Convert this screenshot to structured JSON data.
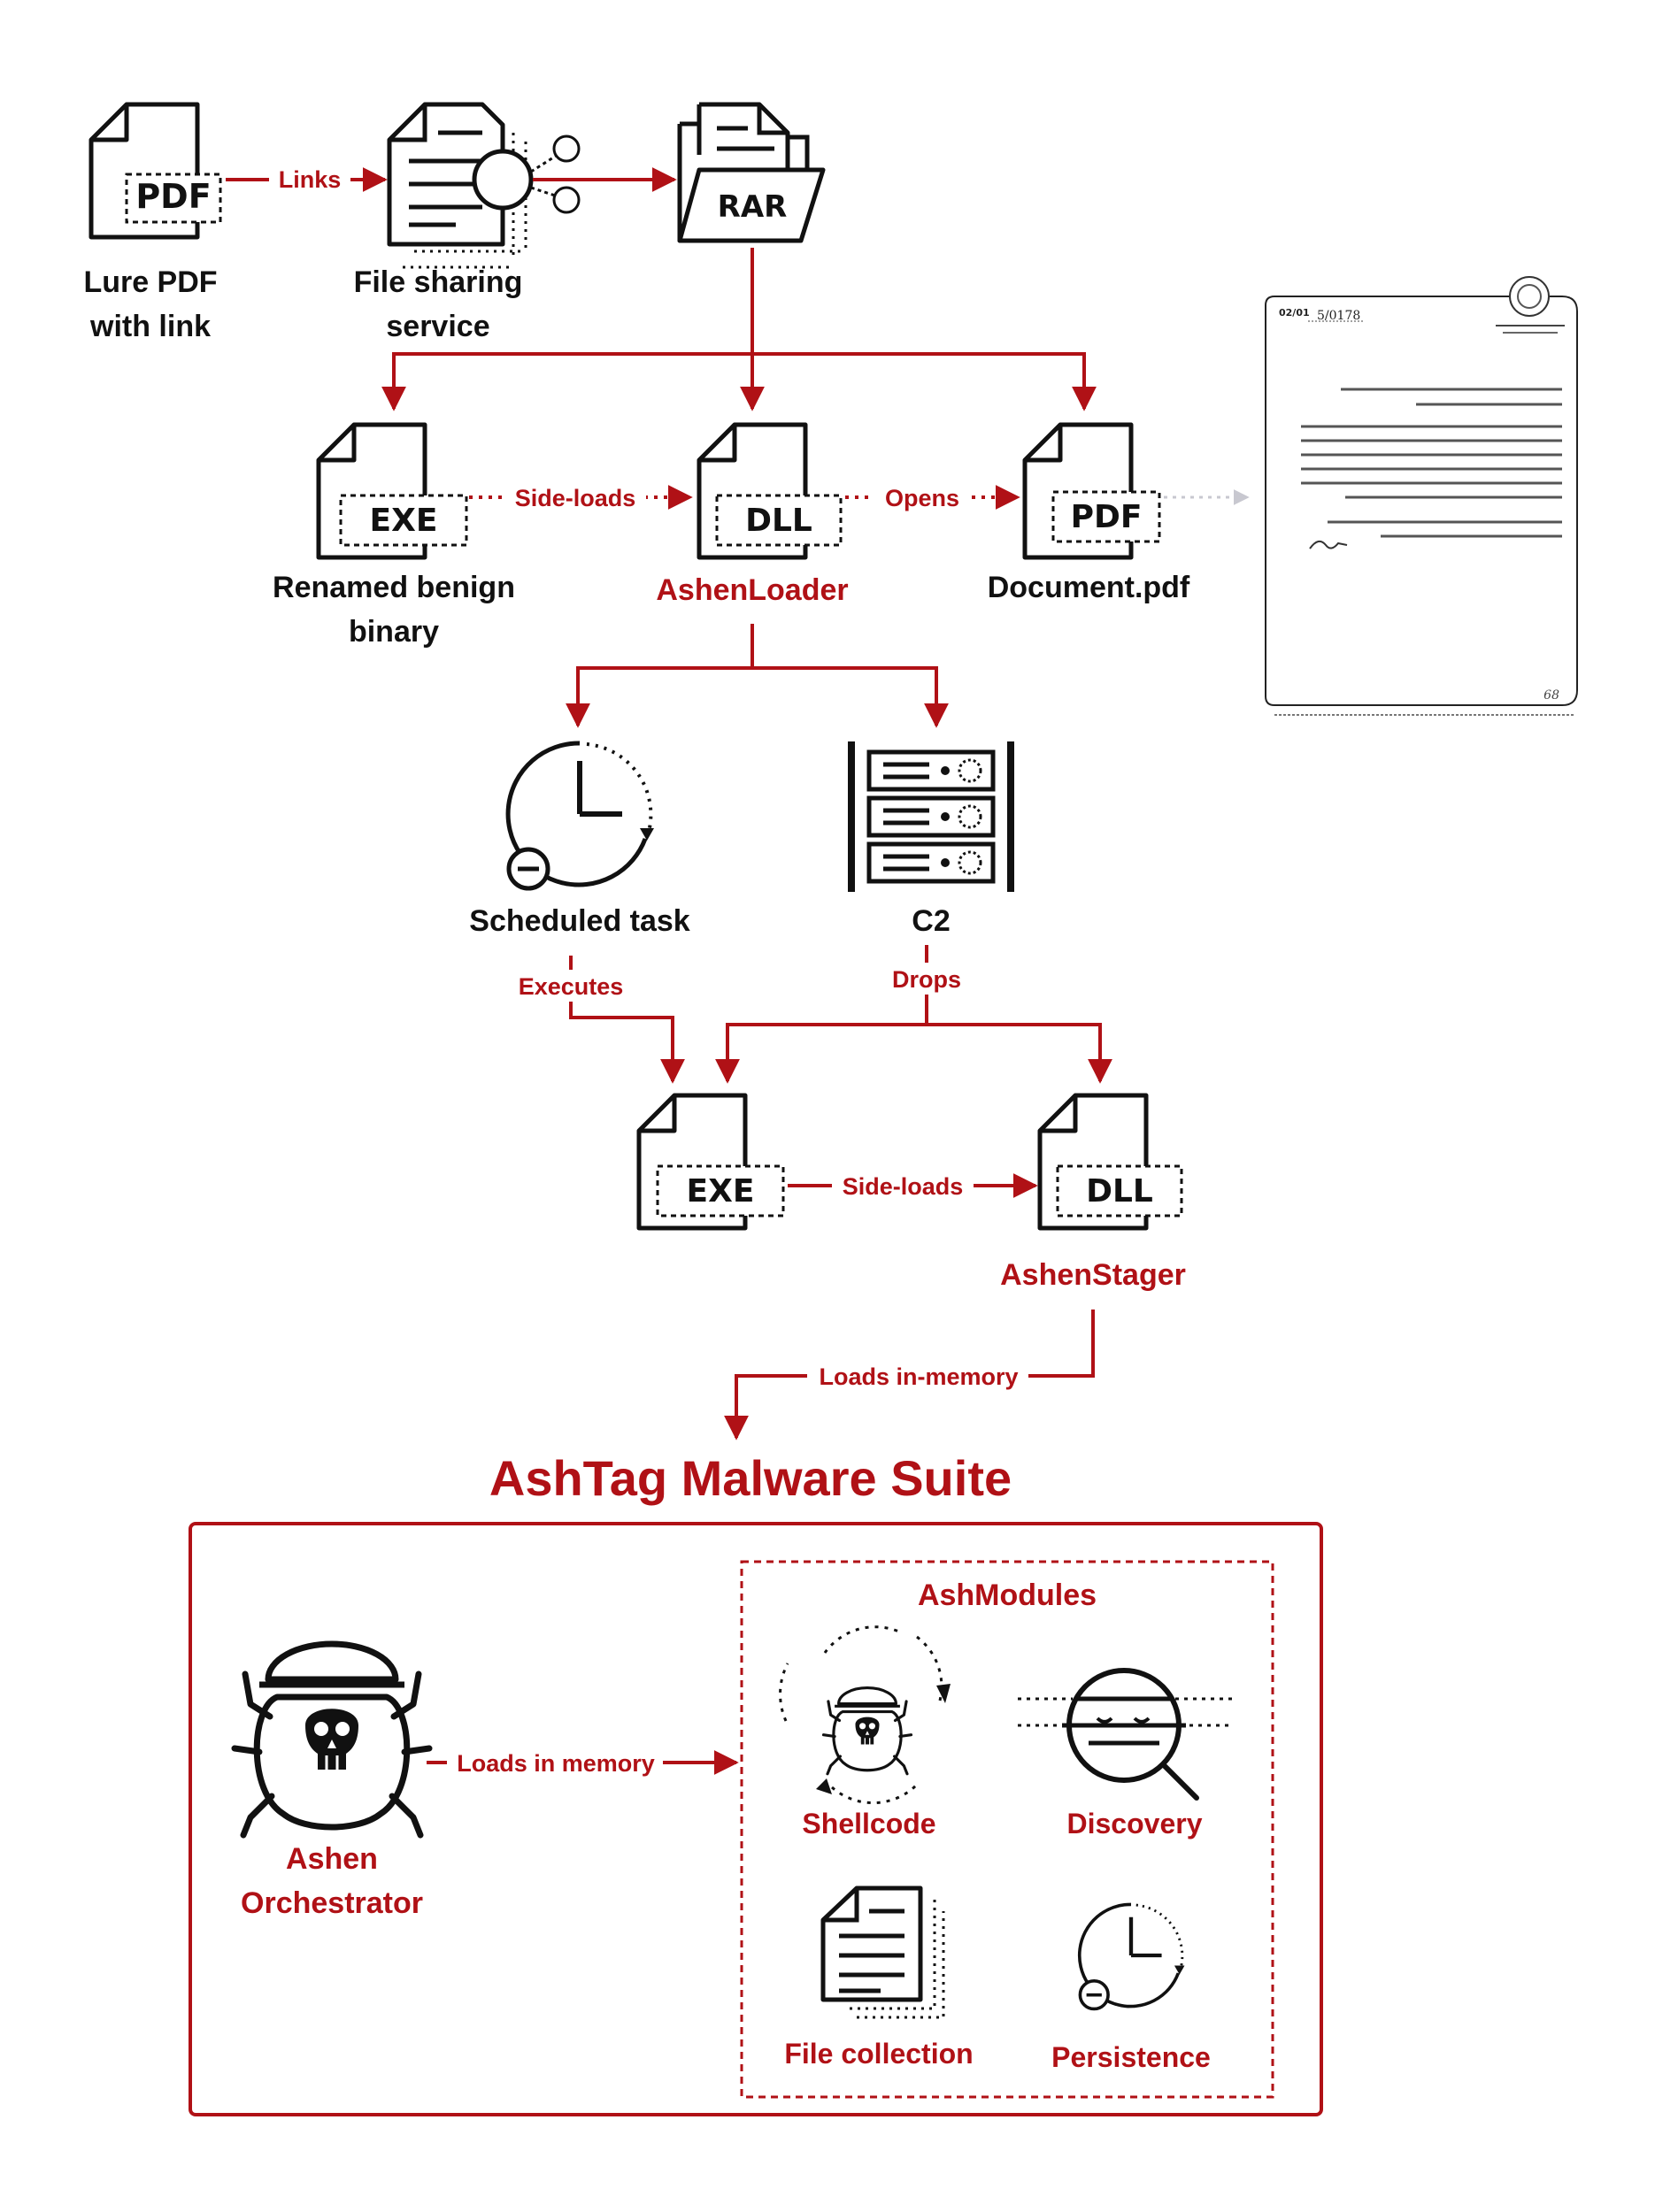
{
  "colors": {
    "accent": "#B01116",
    "ink": "#111111",
    "background": "#ffffff"
  },
  "nodes": {
    "lure_pdf": {
      "tag": "PDF",
      "label_line1": "Lure PDF",
      "label_line2": "with link"
    },
    "file_sharing": {
      "label_line1": "File sharing",
      "label_line2": "service"
    },
    "rar": {
      "tag": "RAR"
    },
    "benign_exe": {
      "tag": "EXE",
      "label_line1": "Renamed benign",
      "label_line2": "binary"
    },
    "ashen_loader": {
      "tag": "DLL",
      "label": "AshenLoader"
    },
    "document_pdf": {
      "tag": "PDF",
      "label": "Document.pdf"
    },
    "scheduled_task": {
      "label": "Scheduled task"
    },
    "c2": {
      "label": "C2"
    },
    "stage_exe": {
      "tag": "EXE"
    },
    "ashen_stager": {
      "tag": "DLL",
      "label": "AshenStager"
    },
    "orchestrator": {
      "label_line1": "Ashen",
      "label_line2": "Orchestrator"
    }
  },
  "edges": {
    "links": "Links",
    "side_loads_1": "Side-loads",
    "opens": "Opens",
    "executes": "Executes",
    "drops": "Drops",
    "side_loads_2": "Side-loads",
    "loads_in_memory_stager": "Loads in-memory",
    "loads_in_memory_orch": "Loads in memory"
  },
  "suite": {
    "title": "AshTag Malware Suite",
    "modules_title": "AshModules",
    "modules": [
      "Shellcode",
      "Discovery",
      "File collection",
      "Persistence"
    ]
  },
  "document_preview": {
    "ref_number": "02/01",
    "doc_number": "5/0178",
    "page_marker": "68"
  },
  "icons": [
    "pdf-file-icon",
    "document-share-icon",
    "rar-archive-icon",
    "exe-file-icon",
    "dll-file-icon",
    "clock-icon",
    "server-rack-icon",
    "bug-skull-icon",
    "magnifier-icon",
    "document-stack-icon"
  ]
}
